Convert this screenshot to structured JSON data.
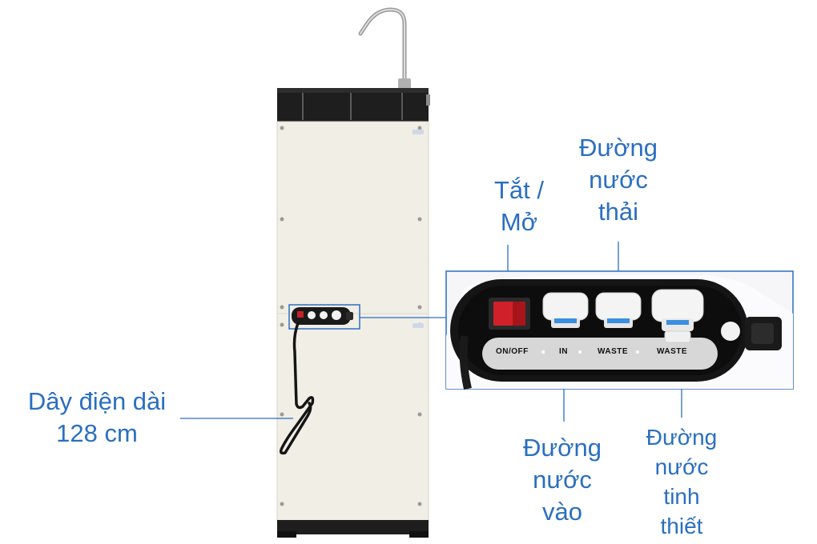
{
  "labels": {
    "power_switch": "Tắt /\nMở",
    "waste_water": "Đường\nnước\nthải",
    "power_cord": "Dây điện dài\n128 cm",
    "inlet_water": "Đường\nnước\nvào",
    "purified_water": "Đường\nnước\ntinh\nthiết"
  },
  "panel_markings": {
    "onoff": "ON/OFF",
    "in": "IN",
    "waste1": "WASTE",
    "waste2": "WASTE"
  },
  "colors": {
    "label_text": "#2a6fc0",
    "leader_line": "#2a6fc0",
    "cabinet_body": "#f1eee6",
    "cabinet_top": "#1e1e1e",
    "switch_red": "#d0202a",
    "fitting_blue": "#3a8fe0"
  }
}
